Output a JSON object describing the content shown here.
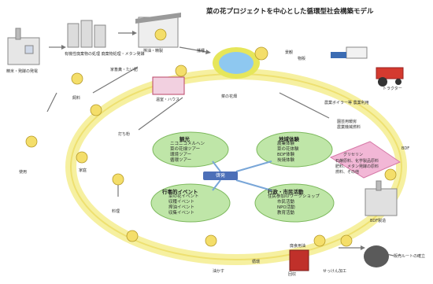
{
  "diagram": {
    "title": "菜の花プロジェクトを中心とした循環型社会構築モデル",
    "center_label": "啓発",
    "hubs": [
      {
        "title": "観光",
        "lines": [
          "ニコニコメルヘン",
          "菜の花畑ツアー",
          "環境ツアー",
          "循環ツアー"
        ]
      },
      {
        "title": "地域体験",
        "lines": [
          "農業体験",
          "菜の花体験",
          "BDF体験",
          "炭焼体験"
        ]
      },
      {
        "title": "行事的イベント",
        "lines": [
          "菜の花イベント",
          "収穫イベント",
          "搾油イベント",
          "収集イベント"
        ]
      },
      {
        "title": "行政・市民活動",
        "lines": [
          "住民参加のワークショップ",
          "市民活動",
          "NPO活動",
          "教育活動"
        ]
      }
    ],
    "nodes": {
      "rice_mill": "精米・発酵の発電",
      "biogas": "有機性廃棄物の処理 廃棄物処理・メタン発酵",
      "press": "搾油・精製",
      "ox": "飼料",
      "fertilize": "家畜糞・たい肥",
      "field": "菜の花畑",
      "view": "景観",
      "sales": "物販",
      "harvest": "播種",
      "boiler": "農業ボイラー等 農業利用",
      "boiler_sub": [
        "園芸用暖房",
        "農業機械燃料"
      ],
      "bdf_top": "BDF",
      "glycerin": "グリセリン",
      "glycerin_sub": [
        "石鹸原料、化学製品原料",
        "肥料、メタン発酵の原料",
        "燃料、その他"
      ],
      "bdf_plant": "BDF製造",
      "collect": "回収",
      "soap": "せっけん加工",
      "waste_oil": "廃食用油",
      "sale_route": "販売ルートの確立",
      "use": "使用",
      "home": "家庭",
      "cook": "料理",
      "topper": "打ち粉",
      "greenhouse": "温室・ハウス",
      "oil_cake": "油かす",
      "lcd": "循環",
      "tractor": "トラクター"
    }
  }
}
